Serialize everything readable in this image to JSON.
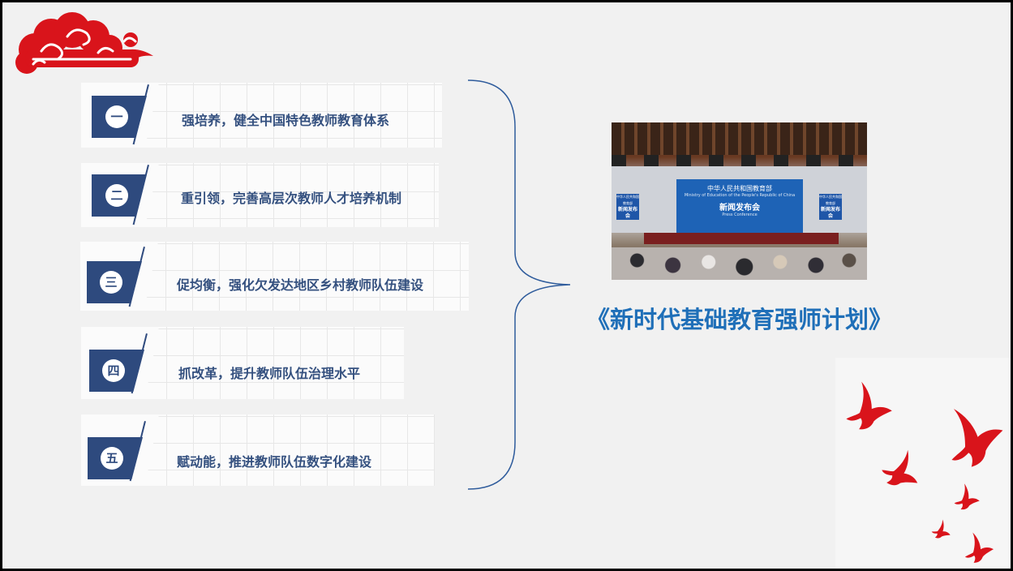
{
  "sections": [
    {
      "num": "一",
      "text": "强培养，健全中国特色教师教育体系"
    },
    {
      "num": "二",
      "text": "重引领，完善高层次教师人才培养机制"
    },
    {
      "num": "三",
      "text": "促均衡，强化欠发达地区乡村教师队伍建设"
    },
    {
      "num": "四",
      "text": "抓改革，提升教师队伍治理水平"
    },
    {
      "num": "五",
      "text": "赋动能，推进教师队伍数字化建设"
    }
  ],
  "plan_title": "《新时代基础教育强师计划》",
  "photo": {
    "backdrop_title": "中华人民共和国教育部",
    "backdrop_subtitle": "Ministry of Education of the People's Republic of China",
    "event_title": "新闻发布会",
    "event_subtitle": "Press Conference",
    "side_screen_title": "中华人民共和国教育部",
    "side_screen_event": "新闻发布会"
  },
  "colors": {
    "badge_blue": "#2e4a7e",
    "section_text": "#34507f",
    "title_blue": "#1f6fb8",
    "ornament_red": "#d9141b"
  },
  "icons": {
    "top_left": "auspicious-cloud-icon",
    "bottom_right": "flying-doves-icon"
  }
}
